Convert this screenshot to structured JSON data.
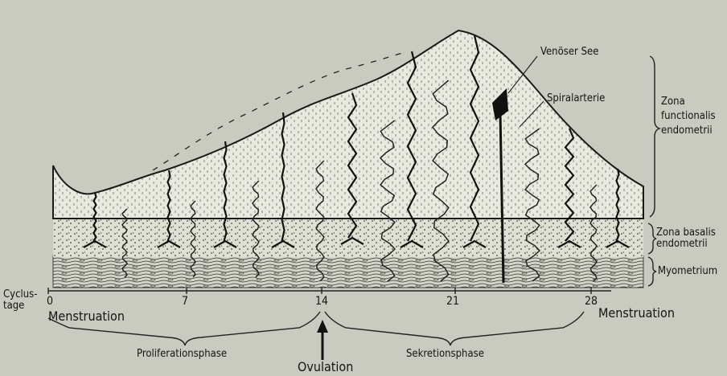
{
  "labels": {
    "venous_lake": "Venöser See",
    "spiral_artery": "Spiralarterie",
    "zona_functionalis": [
      "Zona",
      "functionalis",
      "endometrii"
    ],
    "zona_basalis": [
      "Zona basalis",
      "endometrii"
    ],
    "myometrium": "Myometrium"
  },
  "axis": {
    "title": [
      "Cyclus-",
      "tage"
    ],
    "days": [
      "0",
      "7",
      "14",
      "21",
      "28"
    ]
  },
  "phases": {
    "menstruation_start": "Menstruation",
    "menstruation_end": "Menstruation",
    "proliferation": "Proliferationsphase",
    "secretion": "Sekretionsphase",
    "ovulation": "Ovulation"
  }
}
